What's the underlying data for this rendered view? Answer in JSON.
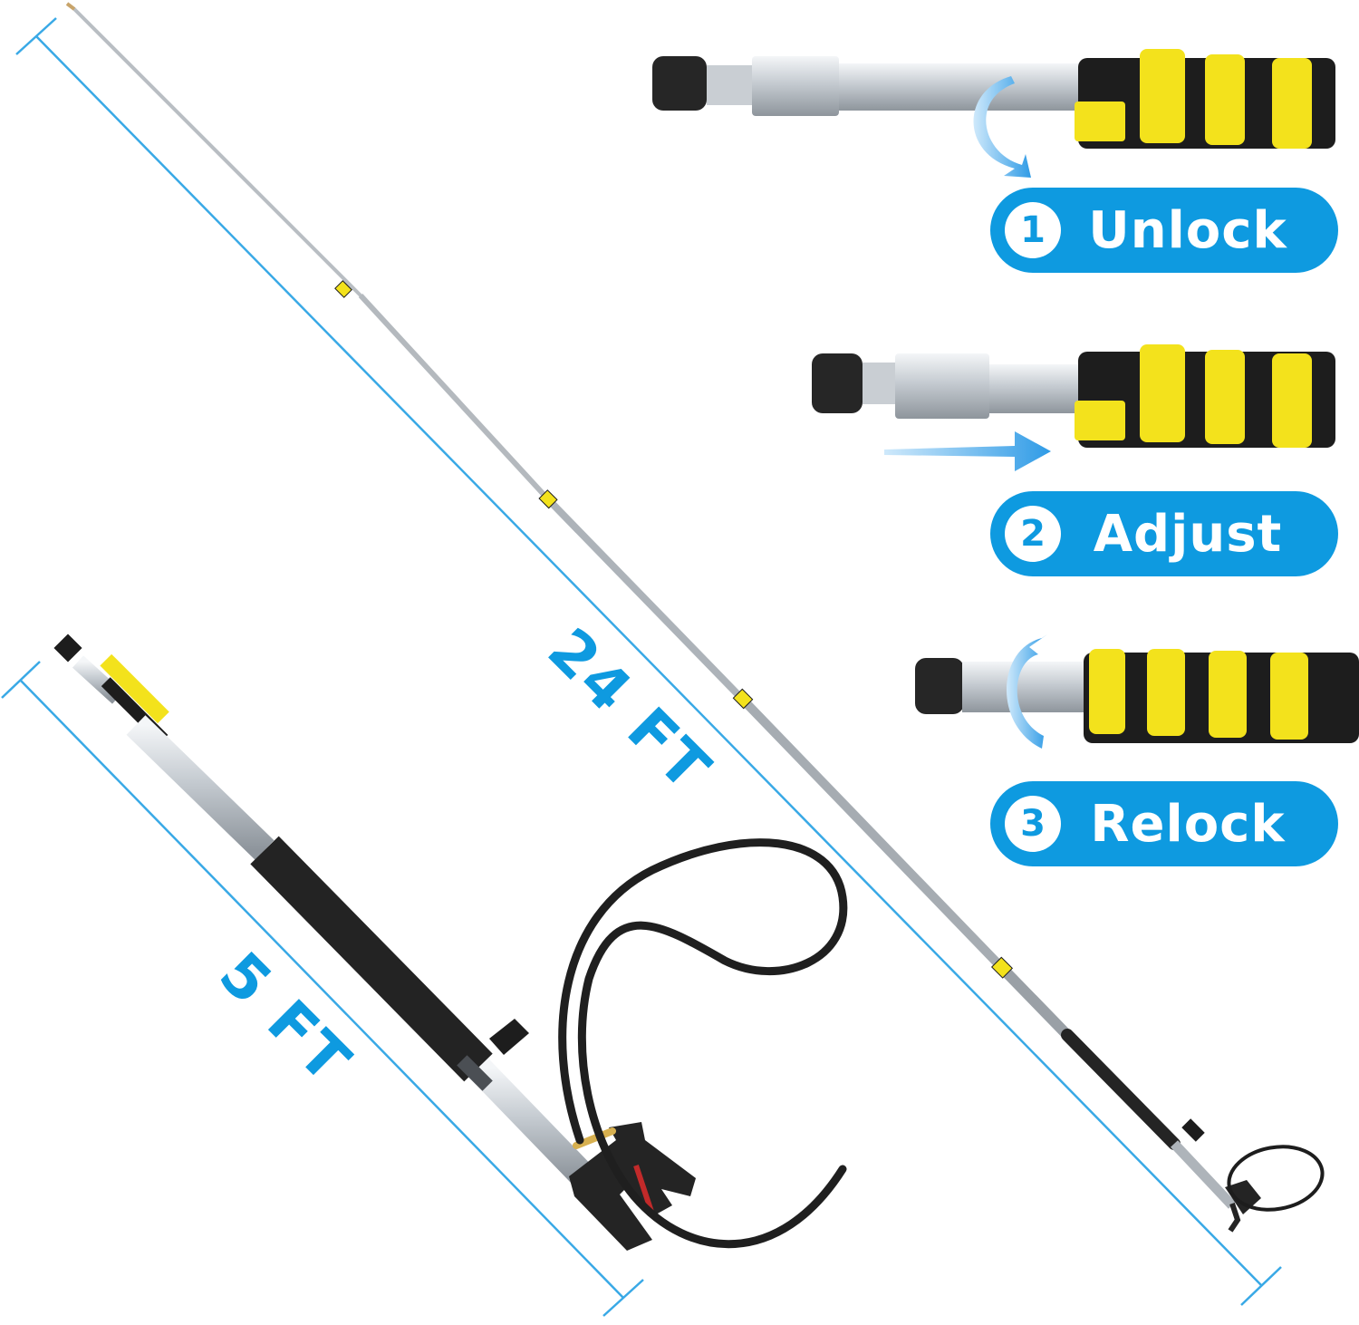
{
  "colors": {
    "accent": "#0e9ae0",
    "dimension_line": "#39a9e6",
    "clamp_yellow": "#f3e21c",
    "clamp_black": "#1d1d1d",
    "metal": "#c9ced3"
  },
  "dimensions": {
    "full_length": "24 FT",
    "collapsed_length": "5 FT"
  },
  "steps": [
    {
      "number": "1",
      "label": "Unlock",
      "icon": "rotate-arrow-icon"
    },
    {
      "number": "2",
      "label": "Adjust",
      "icon": "slide-arrow-icon"
    },
    {
      "number": "3",
      "label": "Relock",
      "icon": "rotate-arrow-icon"
    }
  ]
}
